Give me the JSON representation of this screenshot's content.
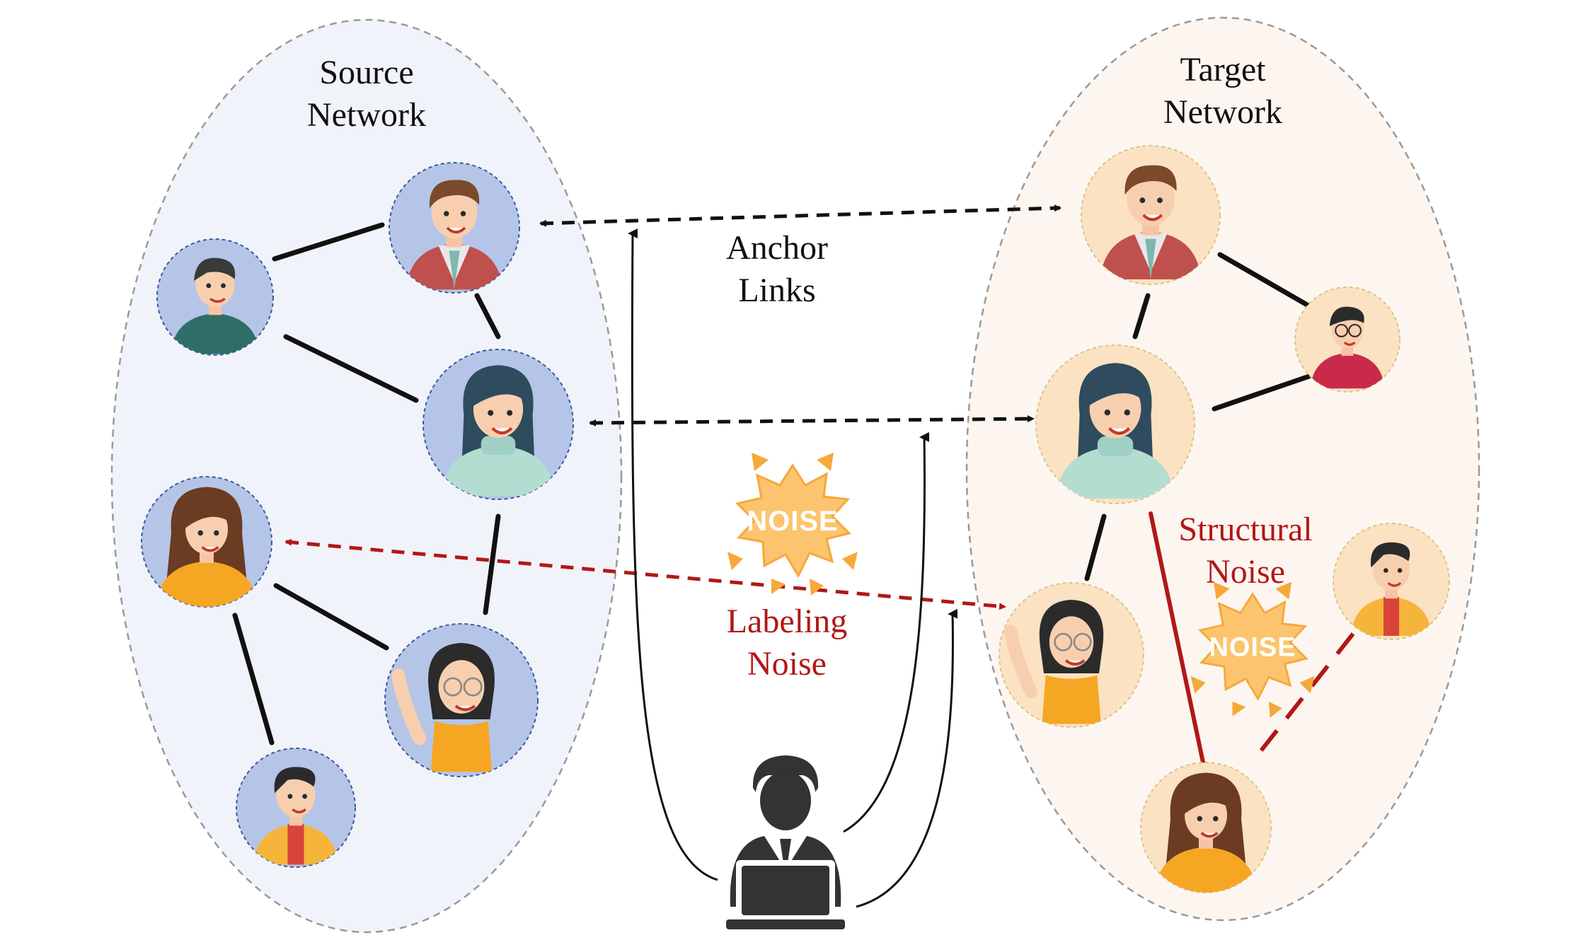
{
  "source_network": {
    "title_line1": "Source",
    "title_line2": "Network",
    "fill_color": "#f1f3fa",
    "avatar_bg": "#b5c5e8"
  },
  "target_network": {
    "title_line1": "Target",
    "title_line2": "Network",
    "fill_color": "#fdf6f0",
    "avatar_bg": "#fbe2c2"
  },
  "anchor_links": {
    "label_line1": "Anchor",
    "label_line2": "Links"
  },
  "labeling_noise": {
    "label_line1": "Labeling",
    "label_line2": "Noise"
  },
  "structural_noise": {
    "label_line1": "Structural",
    "label_line2": "Noise"
  },
  "noise_badge": {
    "text": "NOISE",
    "fill_color": "#fcc46e",
    "accent_color": "#f6a83a"
  },
  "colors": {
    "edge": "#111111",
    "noise_red": "#b01818",
    "ellipse_border": "#9a9a9a"
  },
  "icons": {
    "user_avatar": "person-avatar-icon",
    "annotator": "person-at-laptop-icon",
    "noise": "noise-burst-icon"
  }
}
